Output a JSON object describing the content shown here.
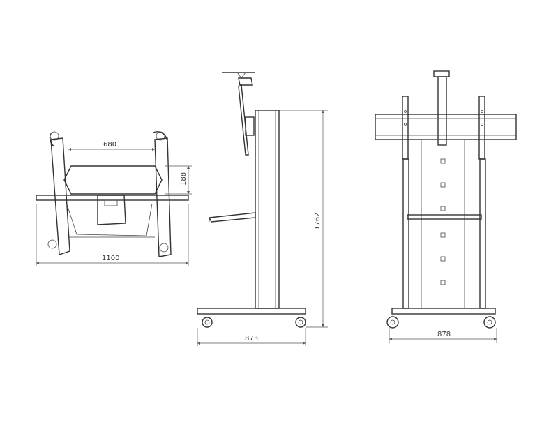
{
  "views": {
    "top": {
      "dim_width": "680",
      "dim_height": "188",
      "dim_overall": "1100"
    },
    "side": {
      "dim_height": "1762",
      "dim_depth": "873"
    },
    "front": {
      "dim_width": "878"
    }
  }
}
